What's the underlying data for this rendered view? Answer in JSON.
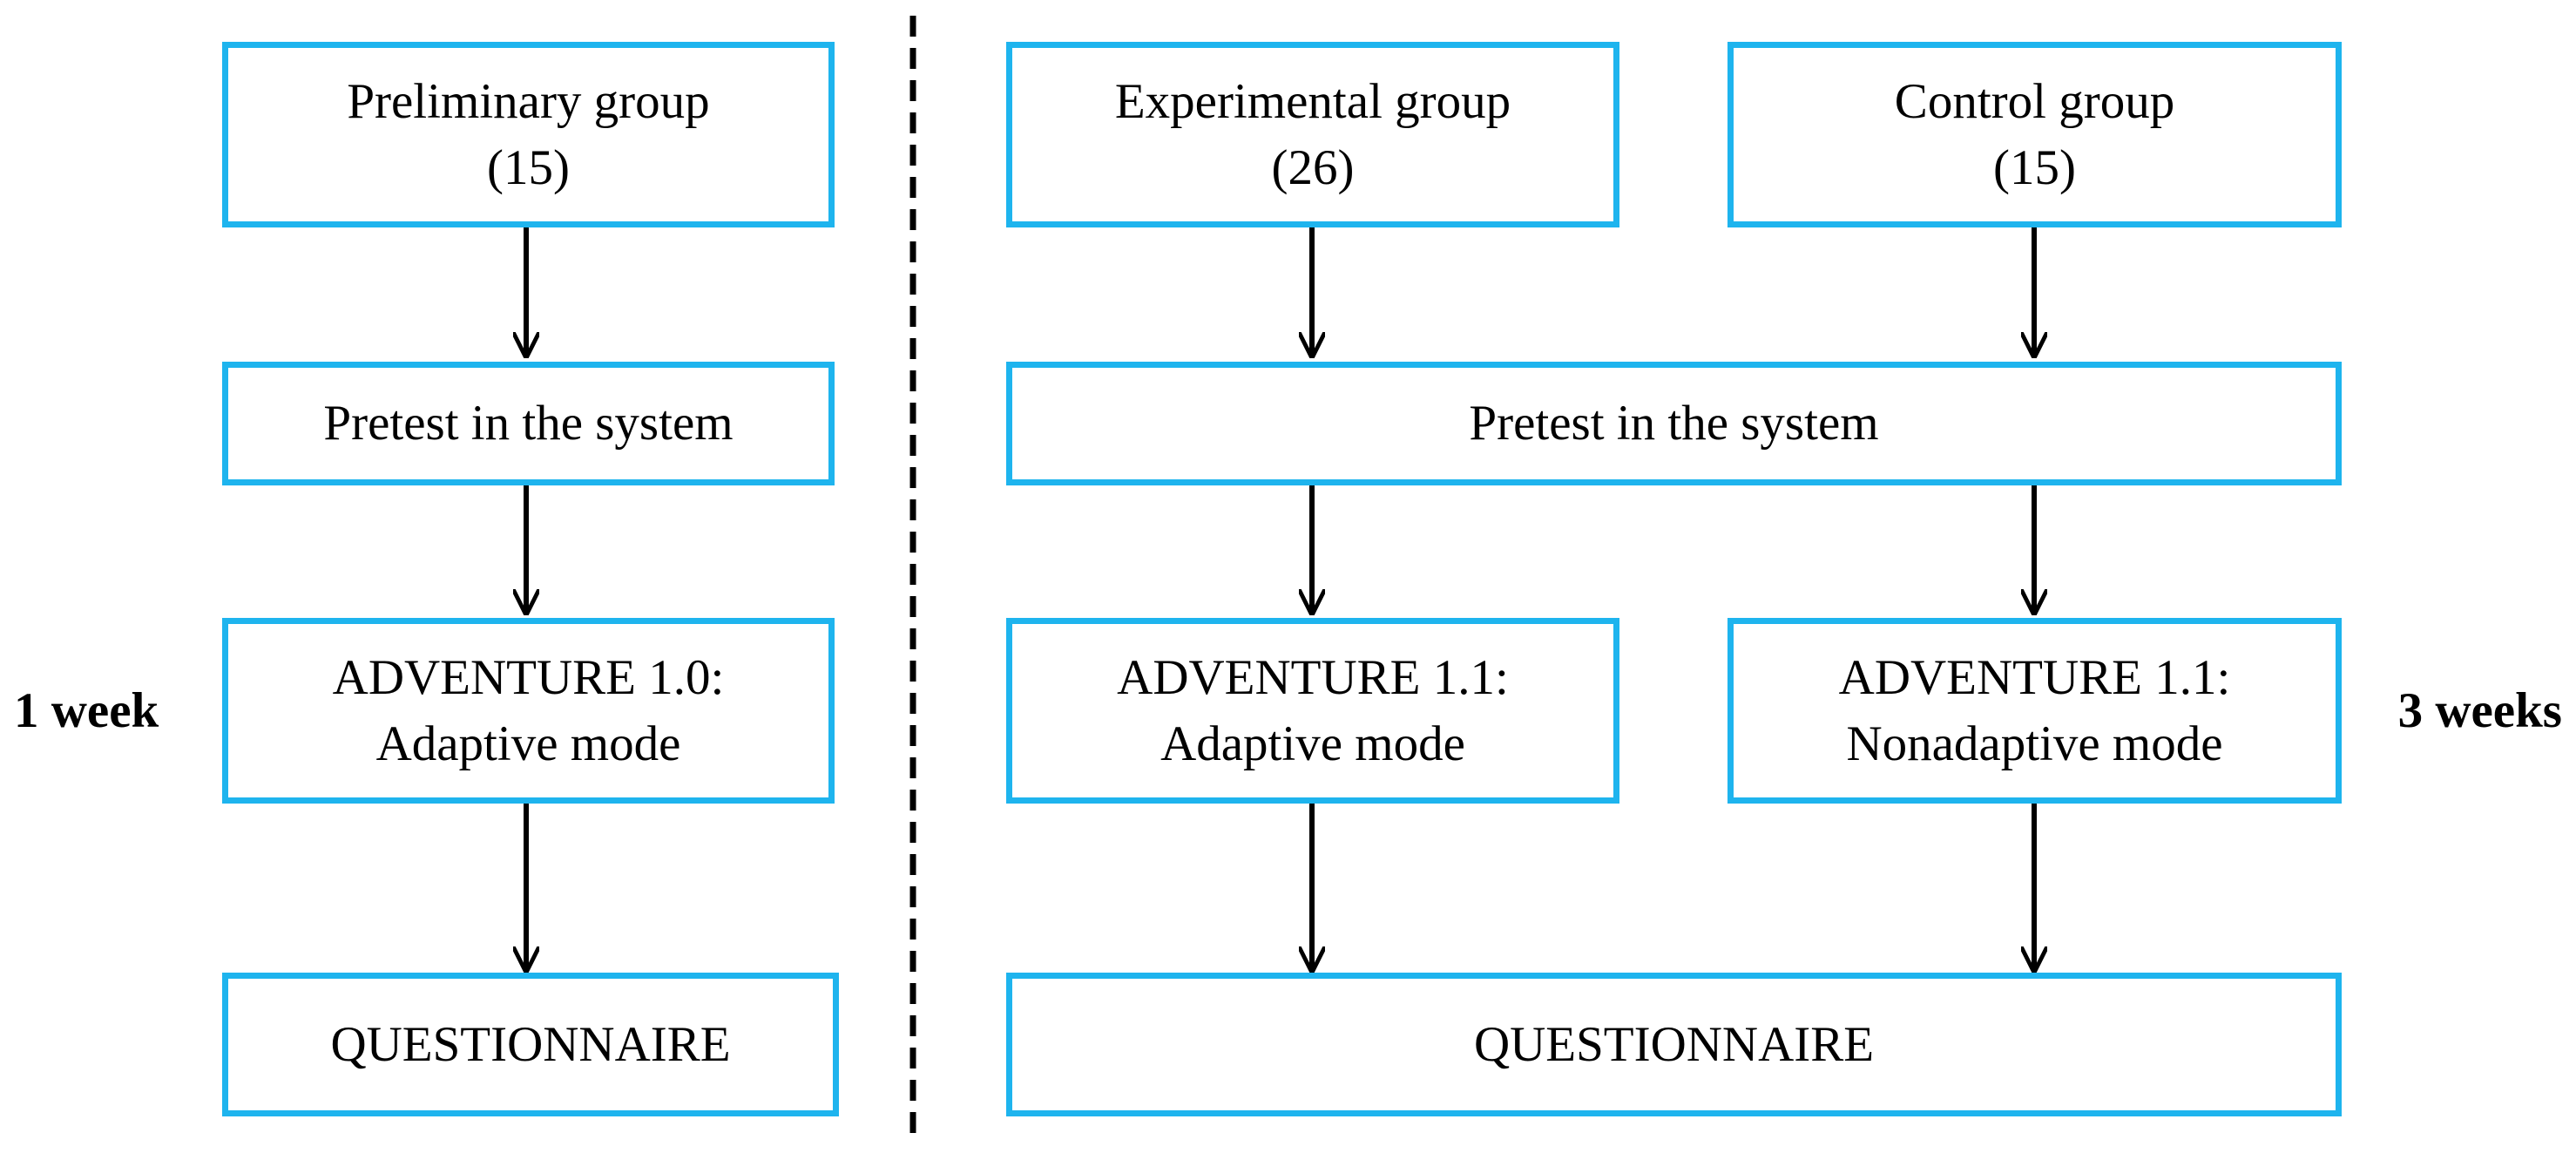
{
  "colors": {
    "box_border": "#1EB4EE",
    "arrow": "#000000",
    "divider": "#000000"
  },
  "left": {
    "group": {
      "name": "Preliminary group",
      "count": "(15)"
    },
    "pretest": "Pretest in the system",
    "treatment": {
      "title": "ADVENTURE 1.0:",
      "mode": "Adaptive mode"
    },
    "questionnaire": "QUESTIONNAIRE",
    "duration": "1 week"
  },
  "right": {
    "experimental_group": {
      "name": "Experimental group",
      "count": "(26)"
    },
    "control_group": {
      "name": "Control group",
      "count": "(15)"
    },
    "pretest": "Pretest in the system",
    "experimental_treatment": {
      "title": "ADVENTURE 1.1:",
      "mode": "Adaptive mode"
    },
    "control_treatment": {
      "title": "ADVENTURE 1.1:",
      "mode": "Nonadaptive mode"
    },
    "questionnaire": "QUESTIONNAIRE",
    "duration": "3 weeks"
  }
}
